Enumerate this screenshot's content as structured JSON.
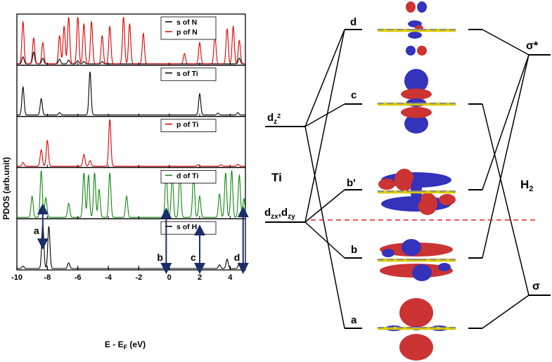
{
  "chart_data": {
    "type": "line",
    "xlabel": "E - E",
    "xlabel_sub": "F",
    "xlabel_unit": " (eV)",
    "ylabel": "PDOS (arb.unit)",
    "xlim": [
      -10,
      5
    ],
    "xticks": [
      "-10",
      "-8",
      "-6",
      "-4",
      "-2",
      "0",
      "2",
      "4"
    ],
    "panels": [
      {
        "legend": [
          "s of N",
          "p of N"
        ],
        "series": [
          {
            "name": "s of N",
            "color": "#000000",
            "peaks": [
              [
                -9.6,
                0.15
              ],
              [
                -8.9,
                0.25
              ],
              [
                -8.3,
                0.12
              ],
              [
                -7.2,
                0.1
              ],
              [
                -6.6,
                0.08
              ],
              [
                -6.0,
                0.07
              ],
              [
                -5.6,
                0.05
              ],
              [
                -4.4,
                0.05
              ],
              [
                4.6,
                0.12
              ]
            ]
          },
          {
            "name": "p of N",
            "color": "#dd0000",
            "peaks": [
              [
                -9.6,
                0.9
              ],
              [
                -8.9,
                0.55
              ],
              [
                -8.3,
                0.45
              ],
              [
                -7.2,
                0.6
              ],
              [
                -6.9,
                0.8
              ],
              [
                -6.6,
                1.0
              ],
              [
                -6.0,
                1.0
              ],
              [
                -5.6,
                0.85
              ],
              [
                -5.1,
                0.9
              ],
              [
                -4.4,
                0.6
              ],
              [
                -3.9,
                0.8
              ],
              [
                -3.0,
                1.0
              ],
              [
                -2.6,
                0.85
              ],
              [
                -1.7,
                0.65
              ],
              [
                1.0,
                0.22
              ],
              [
                2.0,
                0.45
              ],
              [
                3.0,
                0.6
              ],
              [
                3.8,
                0.75
              ],
              [
                4.2,
                0.8
              ],
              [
                4.6,
                0.5
              ]
            ]
          }
        ]
      },
      {
        "legend": [
          "s of Ti"
        ],
        "series": [
          {
            "name": "s of Ti",
            "color": "#000000",
            "peaks": [
              [
                -9.6,
                0.6
              ],
              [
                -8.4,
                0.35
              ],
              [
                -7.2,
                0.05
              ],
              [
                -5.2,
                0.92
              ],
              [
                2.0,
                0.45
              ],
              [
                3.2,
                0.04
              ],
              [
                4.5,
                0.05
              ]
            ]
          }
        ]
      },
      {
        "legend": [
          "p of Ti"
        ],
        "series": [
          {
            "name": "p of Ti",
            "color": "#dd0000",
            "peaks": [
              [
                -9.6,
                0.08
              ],
              [
                -8.4,
                0.35
              ],
              [
                -8.0,
                0.55
              ],
              [
                -5.6,
                0.25
              ],
              [
                -5.2,
                0.12
              ],
              [
                -3.9,
                1.0
              ],
              [
                1.9,
                0.03
              ],
              [
                3.4,
                0.03
              ],
              [
                4.5,
                0.04
              ]
            ]
          }
        ]
      },
      {
        "legend": [
          "d of Ti"
        ],
        "series": [
          {
            "name": "d of Ti",
            "color": "#118811",
            "peaks": [
              [
                -9.0,
                0.45
              ],
              [
                -8.4,
                1.0
              ],
              [
                -8.1,
                0.42
              ],
              [
                -6.6,
                0.3
              ],
              [
                -5.6,
                0.95
              ],
              [
                -5.3,
                0.9
              ],
              [
                -4.9,
                0.95
              ],
              [
                -4.6,
                0.6
              ],
              [
                -3.9,
                0.95
              ],
              [
                -2.8,
                0.45
              ],
              [
                -0.2,
                1.0
              ],
              [
                0.2,
                0.9
              ],
              [
                0.7,
                0.95
              ],
              [
                1.6,
                0.9
              ],
              [
                2.0,
                0.45
              ],
              [
                3.3,
                0.5
              ],
              [
                3.7,
                0.95
              ],
              [
                4.1,
                1.0
              ],
              [
                4.6,
                0.9
              ],
              [
                4.9,
                0.4
              ]
            ]
          }
        ]
      },
      {
        "legend": [
          "s of H"
        ],
        "series": [
          {
            "name": "s of H",
            "color": "#000000",
            "peaks": [
              [
                -9.6,
                0.05
              ],
              [
                -8.3,
                0.95
              ],
              [
                -7.9,
                0.9
              ],
              [
                -6.6,
                0.12
              ],
              [
                2.0,
                0.05
              ],
              [
                3.3,
                0.08
              ],
              [
                3.8,
                0.2
              ],
              [
                4.6,
                0.12
              ]
            ]
          }
        ]
      }
    ],
    "annotations": [
      {
        "label": "a",
        "x": -8.3
      },
      {
        "label": "b",
        "x": -0.2
      },
      {
        "label": "c",
        "x": 2.0
      },
      {
        "label": "d",
        "x": 4.85
      }
    ]
  },
  "diagram": {
    "left_label": "Ti",
    "right_label": "H",
    "right_label_sub": "2",
    "dz2_label": "d",
    "dz2_sub": "z",
    "dz2_sup": "2",
    "dzxdzy_label": "d",
    "dzx_sub": "zx",
    "dzy_sub": "zy",
    "sigma_star": "σ*",
    "sigma": "σ",
    "levels": [
      "d",
      "c",
      "b'",
      "b",
      "a"
    ],
    "colors": {
      "positive": "#cc3333",
      "negative": "#3333bb",
      "fermi": "#dd2222"
    }
  }
}
